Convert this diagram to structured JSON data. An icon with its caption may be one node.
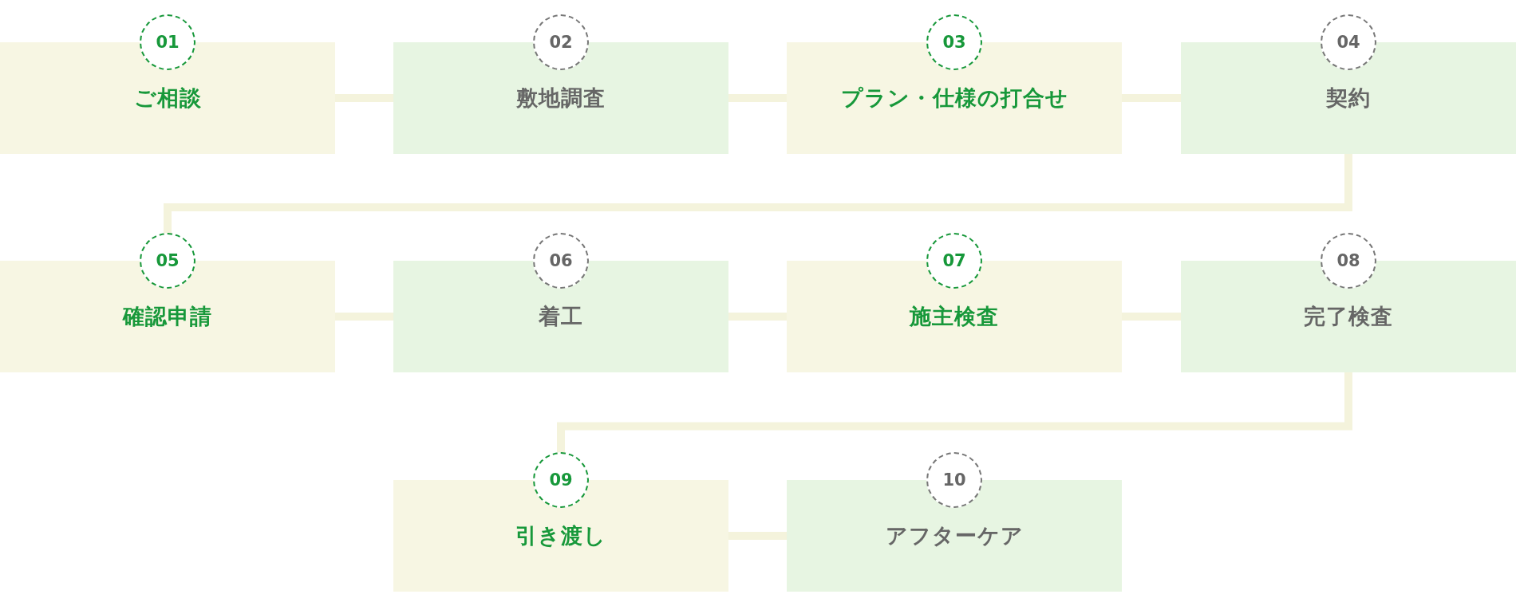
{
  "diagram": {
    "nodes": [
      {
        "text": [
          "01",
          "ご相談"
        ]
      },
      {
        "text": [
          "02",
          "敷地調査"
        ]
      },
      {
        "text": [
          "03",
          "プラン・仕様の打合せ"
        ]
      },
      {
        "text": [
          "04",
          "契約"
        ]
      },
      {
        "text": [
          "05",
          "確認申請"
        ]
      },
      {
        "text": [
          "06",
          "着工"
        ]
      },
      {
        "text": [
          "07",
          "施主検査"
        ]
      },
      {
        "text": [
          "08",
          "完了検査"
        ]
      },
      {
        "text": [
          "09",
          "引き渡し"
        ]
      },
      {
        "text": [
          "10",
          "アフターケア"
        ]
      }
    ],
    "edges": [
      {
        "from": 0,
        "to": 1,
        "arrow": "none"
      },
      {
        "from": 1,
        "to": 2,
        "arrow": "none"
      },
      {
        "from": 2,
        "to": 3,
        "arrow": "none"
      },
      {
        "from": 3,
        "to": 4,
        "arrow": "none"
      },
      {
        "from": 4,
        "to": 5,
        "arrow": "none"
      },
      {
        "from": 5,
        "to": 6,
        "arrow": "none"
      },
      {
        "from": 6,
        "to": 7,
        "arrow": "none"
      },
      {
        "from": 7,
        "to": 8,
        "arrow": "none"
      },
      {
        "from": 8,
        "to": 9,
        "arrow": "none"
      }
    ]
  }
}
